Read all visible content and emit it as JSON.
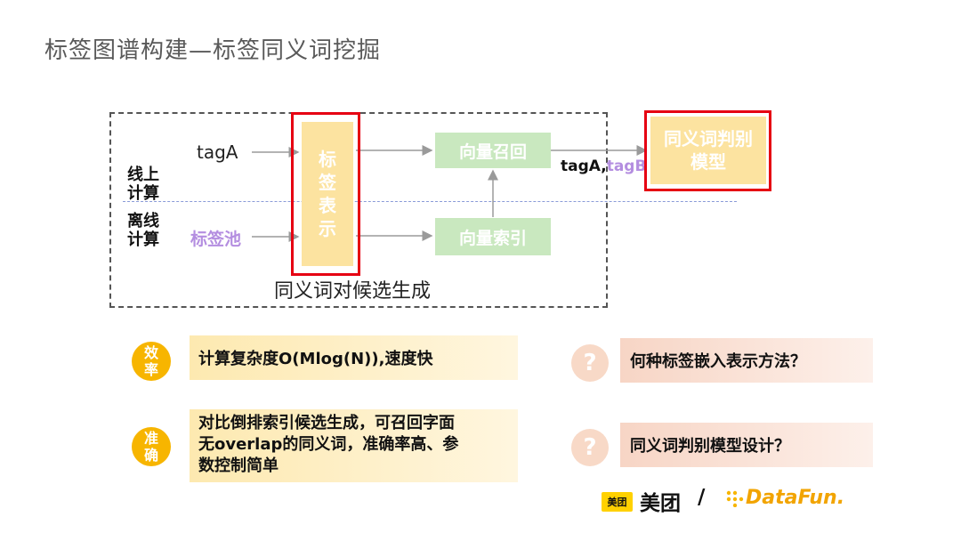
{
  "title": "标签图谱构建—标签同义词挖掘",
  "diagram": {
    "online_label": [
      "线上",
      "计算"
    ],
    "offline_label": [
      "离线",
      "计算"
    ],
    "input_tag": "tagA",
    "tag_pool": "标签池",
    "tag_representation": [
      "标",
      "签",
      "表",
      "示"
    ],
    "vector_recall": "向量召回",
    "vector_index": "向量索引",
    "output_pair_a": "tagA,",
    "output_pair_b": "tagB",
    "synonym_model": [
      "同义词判别",
      "模型"
    ],
    "caption": "同义词对候选生成"
  },
  "advantages": [
    {
      "badge": [
        "效",
        "率"
      ],
      "text": "计算复杂度O(Mlog(N)),速度快"
    },
    {
      "badge": [
        "准",
        "确"
      ],
      "text": [
        "对比倒排索引候选生成，可召回字面",
        "无overlap的同义词，准确率高、参",
        "数控制简单"
      ]
    }
  ],
  "questions": [
    {
      "icon": "question-icon",
      "text": "何种标签嵌入表示方法？"
    },
    {
      "icon": "question-icon",
      "text": "同义词判别模型设计？"
    }
  ],
  "footer": {
    "meituan_logo_text": "美团",
    "meituan_text": "美团",
    "slash": "/",
    "datafun_text": "DataFun."
  },
  "colors": {
    "accent_yellow": "#f7b500",
    "highlight_red": "#e60012",
    "green_box": "#c9e8bf",
    "purple_text": "#b48ee0"
  }
}
